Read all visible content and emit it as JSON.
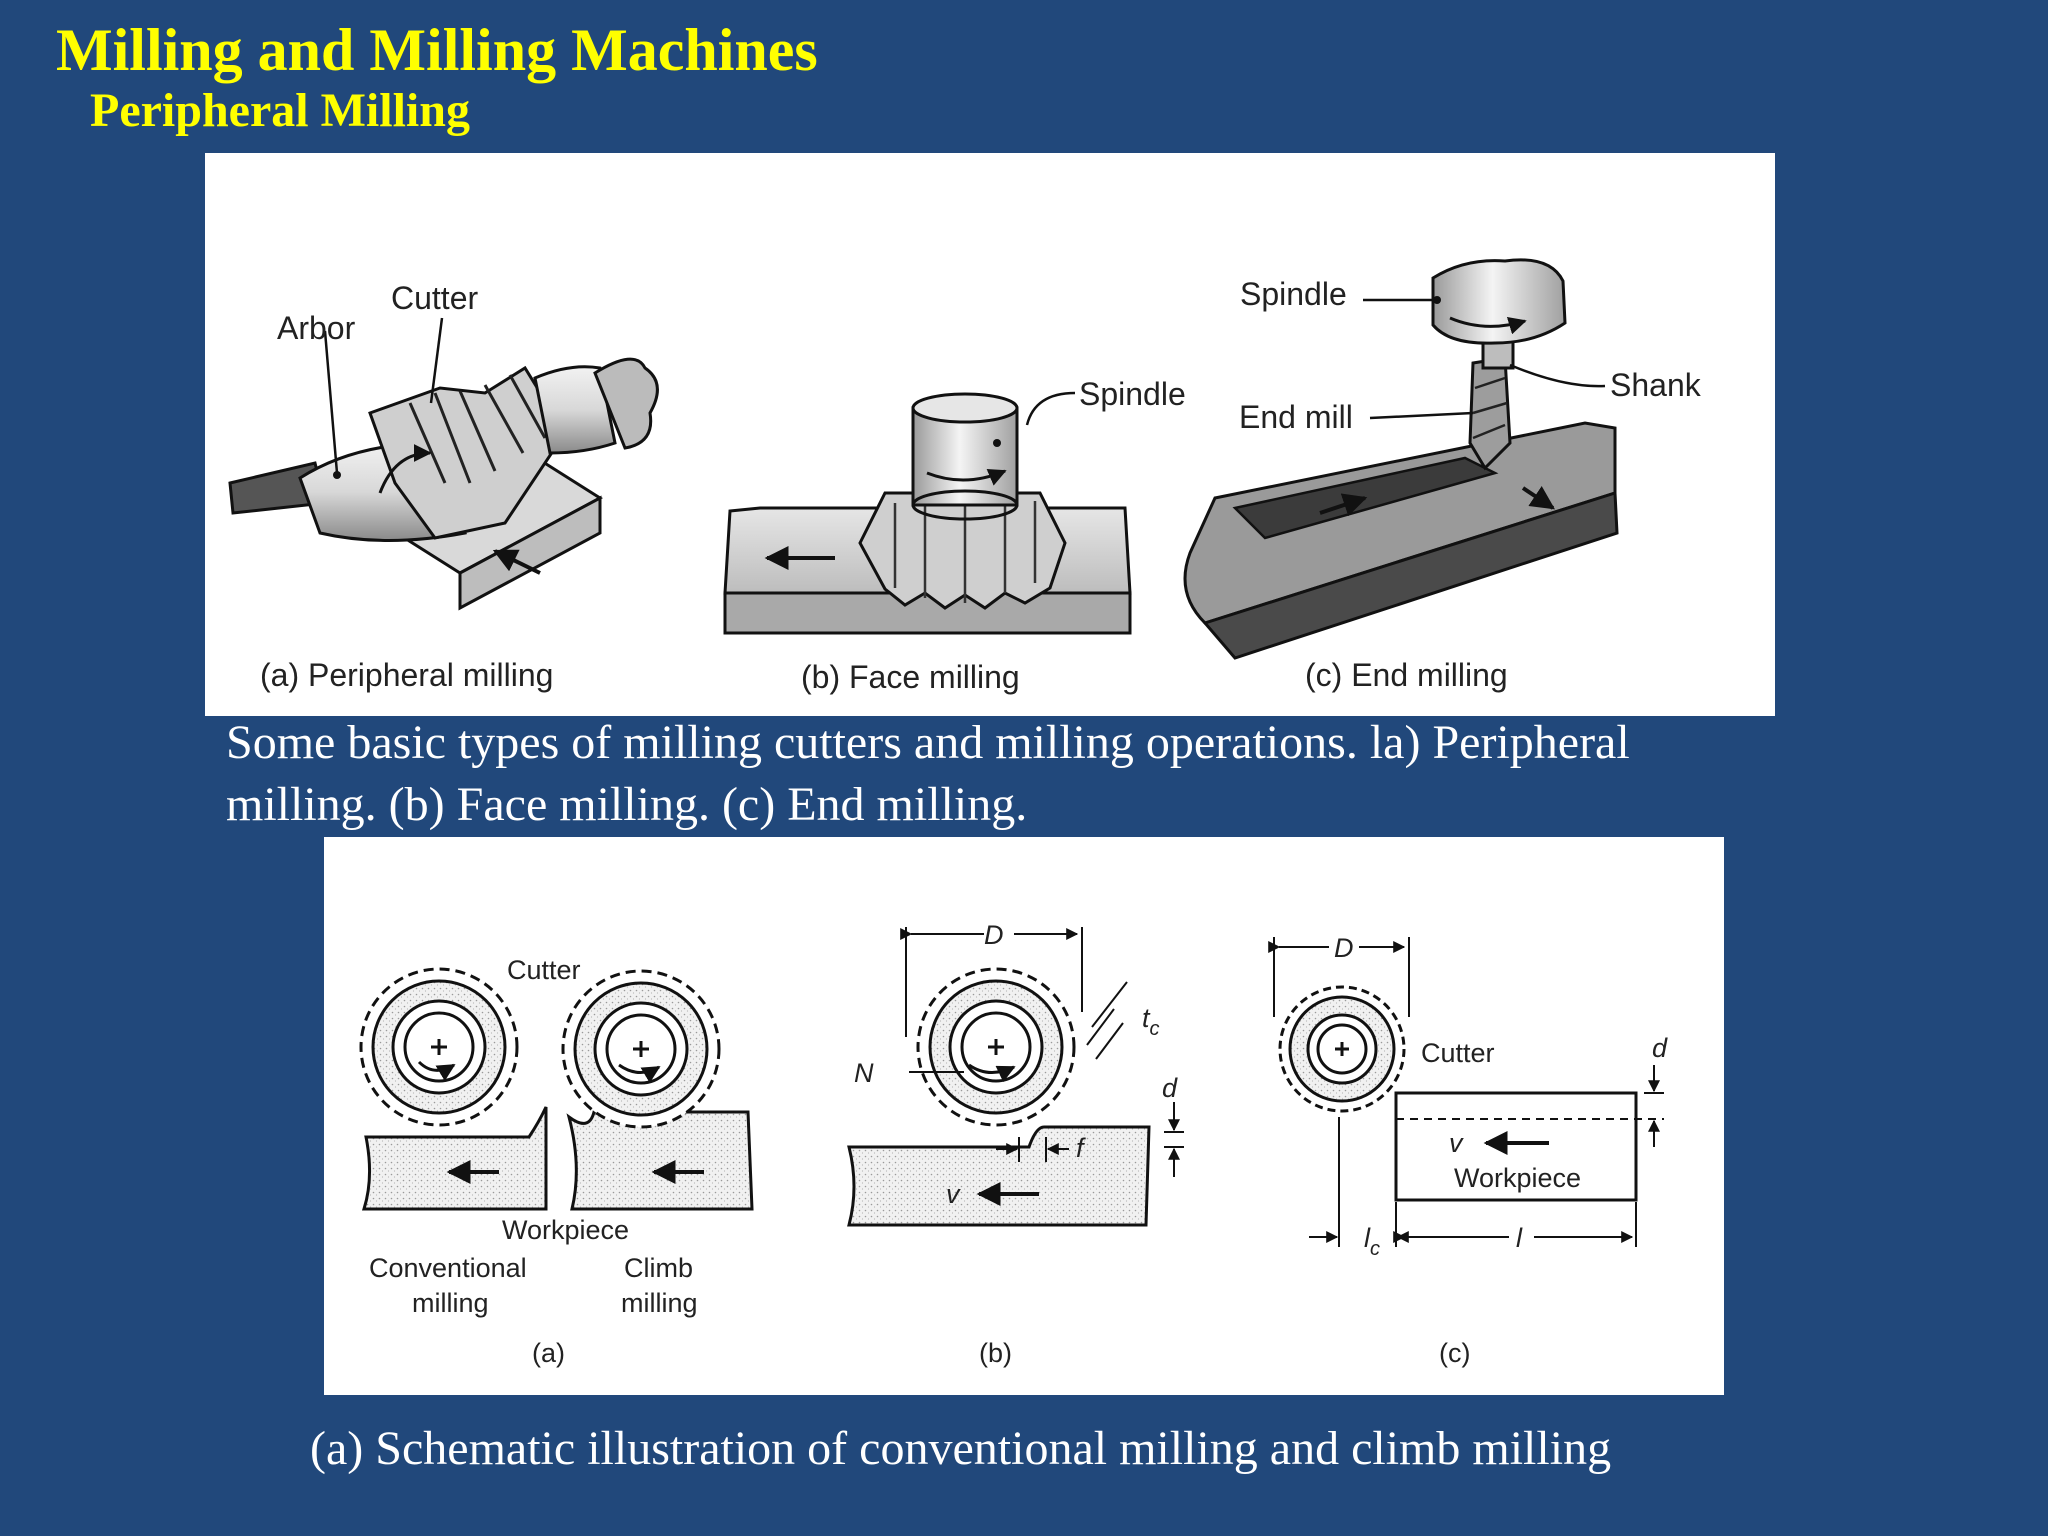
{
  "slide": {
    "title": "Milling and Milling Machines",
    "subtitle": "Peripheral Milling"
  },
  "figure_top": {
    "labels": {
      "arbor": "Arbor",
      "cutter": "Cutter",
      "spindle_b": "Spindle",
      "spindle_c": "Spindle",
      "end_mill": "End mill",
      "shank": "Shank"
    },
    "panels": {
      "a": "(a)  Peripheral milling",
      "b": "(b)  Face milling",
      "c": "(c)  End milling"
    },
    "caption": "Some basic types of milling cutters and milling operations. la) Peripheral milling. (b) Face milling. (c) End milling."
  },
  "figure_bottom": {
    "labels": {
      "cutter_a": "Cutter",
      "workpiece_a": "Workpiece",
      "conventional_line1": "Conventional",
      "conventional_line2": "milling",
      "climb_line1": "Climb",
      "climb_line2": "milling",
      "D_b": "D",
      "tc": "t",
      "tc_sub": "c",
      "N": "N",
      "d_b": "d",
      "f": "f",
      "v_b": "v",
      "D_c": "D",
      "cutter_c": "Cutter",
      "d_c": "d",
      "v_c": "v",
      "workpiece_c": "Workpiece",
      "lc": "l",
      "lc_sub": "c",
      "l": "l"
    },
    "panels": {
      "a": "(a)",
      "b": "(b)",
      "c": "(c)"
    },
    "caption": "(a) Schematic illustration of conventional milling and climb milling"
  }
}
